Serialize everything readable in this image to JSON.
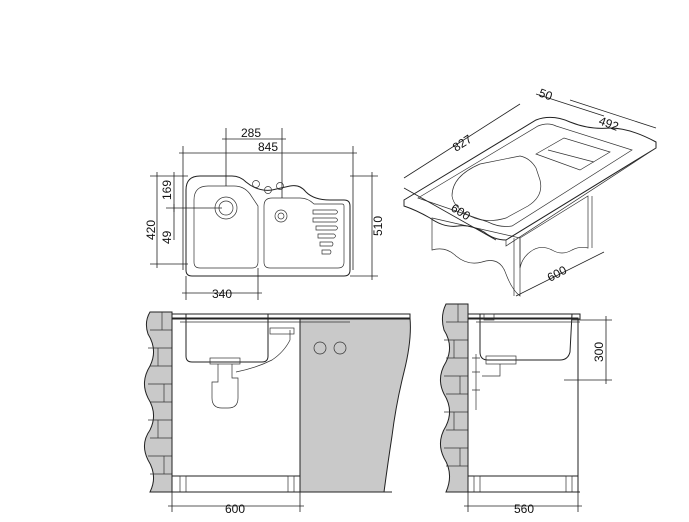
{
  "top_view": {
    "dim_bowl_gap": "285",
    "dim_total_length": "845",
    "dim_left_169": "169",
    "dim_left_420": "420",
    "dim_left_49": "49",
    "dim_height": "510",
    "dim_bowl_width": "340"
  },
  "iso_view": {
    "dim_50": "50",
    "dim_827": "827",
    "dim_492": "492",
    "dim_600_front": "600",
    "dim_600_side": "600"
  },
  "front_view": {
    "dim_width": "600"
  },
  "side_view": {
    "dim_depth": "300",
    "dim_width": "560"
  }
}
